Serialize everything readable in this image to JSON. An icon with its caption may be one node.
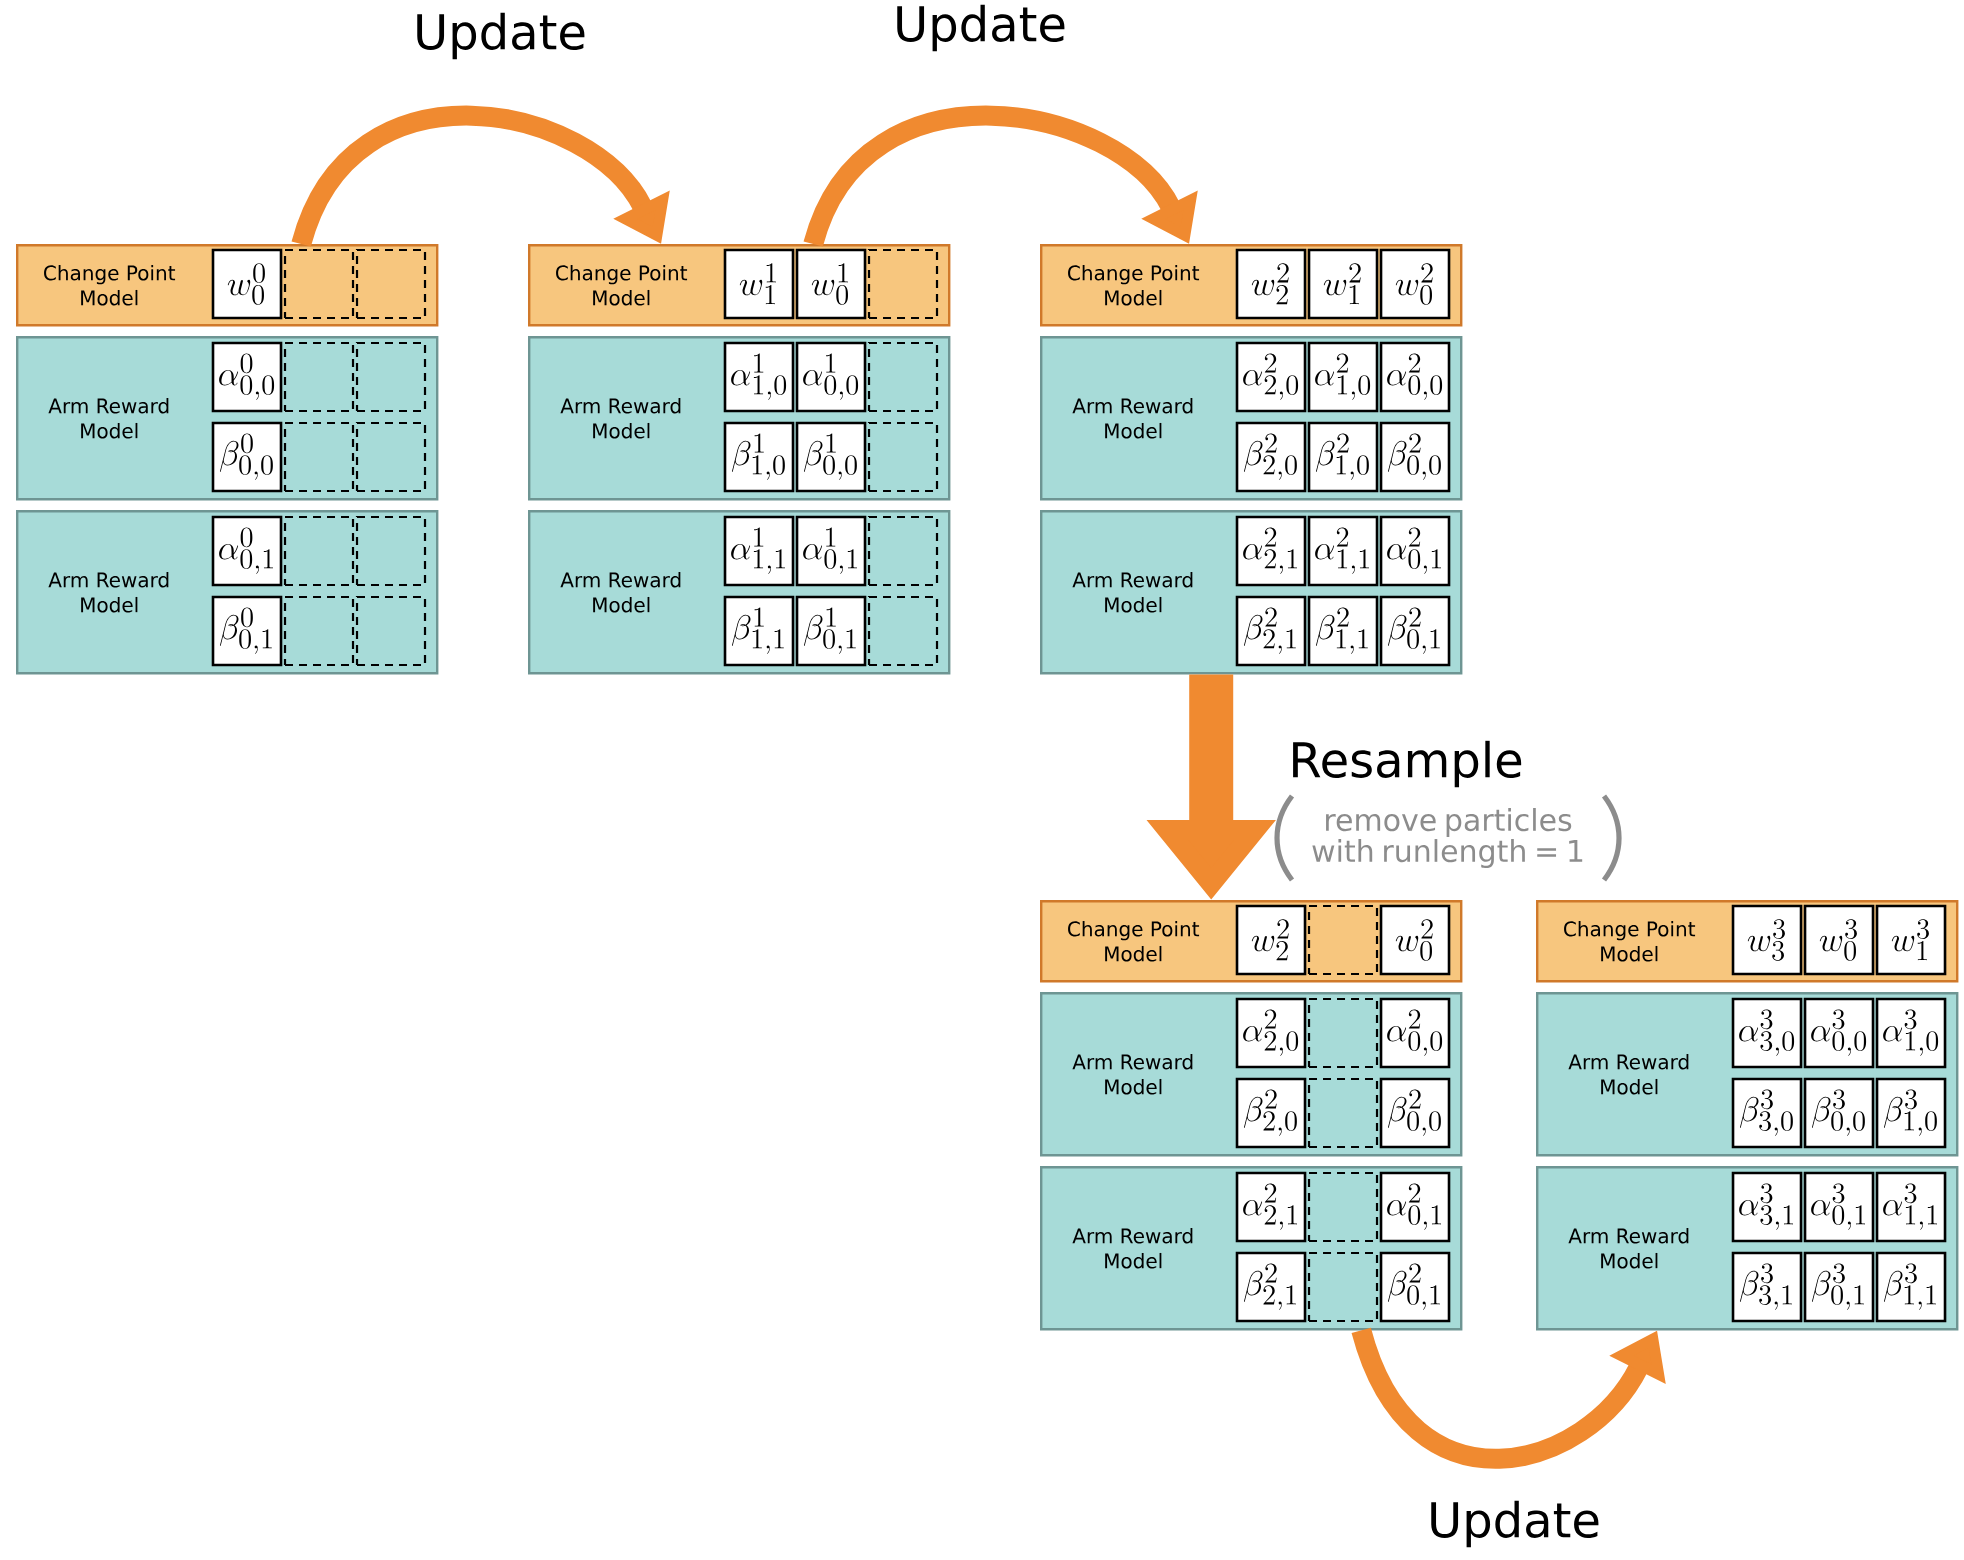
{
  "diagram": {
    "nodes": [
      {
        "text": [
          "Change Point Model"
        ]
      },
      {
        "text": [
          "w^{0}_{0}"
        ],
        "in": 0
      },
      {
        "text": [],
        "shape": "box",
        "in": 0
      },
      {
        "text": [],
        "shape": "box",
        "in": 0
      },
      {
        "text": [
          "Arm Reward Model"
        ]
      },
      {
        "text": [
          "\\alpha^{0}_{0,0}"
        ],
        "in": 4
      },
      {
        "text": [],
        "shape": "box",
        "in": 4
      },
      {
        "text": [],
        "shape": "box",
        "in": 4
      },
      {
        "text": [
          "\\beta^{0}_{0,0}"
        ],
        "in": 4
      },
      {
        "text": [],
        "shape": "box",
        "in": 4
      },
      {
        "text": [],
        "shape": "box",
        "in": 4
      },
      {
        "text": [
          "Arm Reward Model"
        ]
      },
      {
        "text": [
          "\\alpha^{0}_{0,1}"
        ],
        "in": 11
      },
      {
        "text": [],
        "shape": "box",
        "in": 11
      },
      {
        "text": [],
        "shape": "box",
        "in": 11
      },
      {
        "text": [
          "\\beta^{0}_{0,1}"
        ],
        "in": 11
      },
      {
        "text": [],
        "shape": "box",
        "in": 11
      },
      {
        "text": [],
        "shape": "box",
        "in": 11
      },
      {
        "text": [
          "Change Point Model"
        ]
      },
      {
        "text": [
          "w^{1}_{1}"
        ],
        "in": 18
      },
      {
        "text": [
          "w^{1}_{0}"
        ],
        "in": 18
      },
      {
        "text": [],
        "shape": "box",
        "in": 18
      },
      {
        "text": [
          "Arm Reward Model"
        ]
      },
      {
        "text": [
          "\\alpha^{1}_{1,0}"
        ],
        "in": 22
      },
      {
        "text": [
          "\\alpha^{1}_{0,0}"
        ],
        "in": 22
      },
      {
        "text": [],
        "shape": "box",
        "in": 22
      },
      {
        "text": [
          "\\beta^{1}_{1,0}"
        ],
        "in": 22
      },
      {
        "text": [
          "\\beta^{1}_{0,0}"
        ],
        "in": 22
      },
      {
        "text": [],
        "shape": "box",
        "in": 22
      },
      {
        "text": [
          "Arm Reward Model"
        ]
      },
      {
        "text": [
          "\\alpha^{1}_{1,1}"
        ],
        "in": 29
      },
      {
        "text": [
          "\\alpha^{1}_{0,1}"
        ],
        "in": 29
      },
      {
        "text": [],
        "shape": "box",
        "in": 29
      },
      {
        "text": [
          "\\beta^{1}_{1,1}"
        ],
        "in": 29
      },
      {
        "text": [
          "\\beta^{1}_{0,1}"
        ],
        "in": 29
      },
      {
        "text": [],
        "shape": "box",
        "in": 29
      },
      {
        "text": [
          "Change Point Model"
        ]
      },
      {
        "text": [
          "w^{2}_{2}"
        ],
        "in": 36
      },
      {
        "text": [
          "w^{2}_{1}"
        ],
        "in": 36
      },
      {
        "text": [
          "w^{2}_{0}"
        ],
        "in": 36
      },
      {
        "text": [
          "Arm Reward Model"
        ]
      },
      {
        "text": [
          "\\alpha^{2}_{2,0}"
        ],
        "in": 40
      },
      {
        "text": [
          "\\alpha^{2}_{1,0}"
        ],
        "in": 40
      },
      {
        "text": [
          "\\alpha^{2}_{0,0}"
        ],
        "in": 40
      },
      {
        "text": [
          "\\beta^{2}_{2,0}"
        ],
        "in": 40
      },
      {
        "text": [
          "\\beta^{2}_{1,0}"
        ],
        "in": 40
      },
      {
        "text": [
          "\\beta^{2}_{0,0}"
        ],
        "in": 40
      },
      {
        "text": [
          "Arm Reward Model"
        ]
      },
      {
        "text": [
          "\\alpha^{2}_{2,1}"
        ],
        "in": 47
      },
      {
        "text": [
          "\\alpha^{2}_{1,1}"
        ],
        "in": 47
      },
      {
        "text": [
          "\\alpha^{2}_{0,1}"
        ],
        "in": 47
      },
      {
        "text": [
          "\\beta^{2}_{2,1}"
        ],
        "in": 47
      },
      {
        "text": [
          "\\beta^{2}_{1,1}"
        ],
        "in": 47
      },
      {
        "text": [
          "\\beta^{2}_{0,1}"
        ],
        "in": 47
      },
      {
        "text": [
          "Change Point Model"
        ]
      },
      {
        "text": [
          "w^{2}_{2}"
        ],
        "in": 54
      },
      {
        "text": [],
        "shape": "box",
        "in": 54
      },
      {
        "text": [
          "w^{2}_{0}"
        ],
        "in": 54
      },
      {
        "text": [
          "Arm Reward Model"
        ]
      },
      {
        "text": [
          "\\alpha^{2}_{2,0}"
        ],
        "in": 58
      },
      {
        "text": [],
        "shape": "box",
        "in": 58
      },
      {
        "text": [
          "\\alpha^{2}_{0,0}"
        ],
        "in": 58
      },
      {
        "text": [
          "\\beta^{2}_{2,0}"
        ],
        "in": 58
      },
      {
        "text": [],
        "shape": "box",
        "in": 58
      },
      {
        "text": [
          "\\beta^{2}_{0,0}"
        ],
        "in": 58
      },
      {
        "text": [
          "Arm Reward Model"
        ]
      },
      {
        "text": [
          "\\alpha^{2}_{2,1}"
        ],
        "in": 65
      },
      {
        "text": [],
        "shape": "box",
        "in": 65
      },
      {
        "text": [
          "\\alpha^{2}_{0,1}"
        ],
        "in": 65
      },
      {
        "text": [
          "\\beta^{2}_{2,1}"
        ],
        "in": 65
      },
      {
        "text": [],
        "shape": "box",
        "in": 65
      },
      {
        "text": [
          "\\beta^{2}_{0,1}"
        ],
        "in": 65
      },
      {
        "text": [
          "Change Point Model"
        ]
      },
      {
        "text": [
          "w^{3}_{3}"
        ],
        "in": 72
      },
      {
        "text": [
          "w^{3}_{0}"
        ],
        "in": 72
      },
      {
        "text": [
          "w^{3}_{1}"
        ],
        "in": 72
      },
      {
        "text": [
          "Arm Reward Model"
        ]
      },
      {
        "text": [
          "\\alpha^{3}_{3,0}"
        ],
        "in": 76
      },
      {
        "text": [
          "\\alpha^{3}_{0,0}"
        ],
        "in": 76
      },
      {
        "text": [
          "\\alpha^{3}_{1,0}"
        ],
        "in": 76
      },
      {
        "text": [
          "\\beta^{3}_{3,0}"
        ],
        "in": 76
      },
      {
        "text": [
          "\\beta^{3}_{0,0}"
        ],
        "in": 76
      },
      {
        "text": [
          "\\beta^{3}_{1,0}"
        ],
        "in": 76
      },
      {
        "text": [
          "Arm Reward Model"
        ]
      },
      {
        "text": [
          "\\alpha^{3}_{3,1}"
        ],
        "in": 83
      },
      {
        "text": [
          "\\alpha^{3}_{0,1}"
        ],
        "in": 83
      },
      {
        "text": [
          "\\alpha^{3}_{1,1}"
        ],
        "in": 83
      },
      {
        "text": [
          "\\beta^{3}_{3,1}"
        ],
        "in": 83
      },
      {
        "text": [
          "\\beta^{3}_{0,1}"
        ],
        "in": 83
      },
      {
        "text": [
          "\\beta^{3}_{1,1}"
        ],
        "in": 83
      }
    ],
    "edges": [
      {
        "from": 0,
        "to": 18,
        "arrow": "to",
        "label": "Update"
      },
      {
        "from": 18,
        "to": 36,
        "arrow": "to",
        "label": "Update"
      },
      {
        "from": 47,
        "to": 54,
        "arrow": "to",
        "label": "Resample",
        "style": "thick"
      },
      {
        "from": 65,
        "to": 83,
        "arrow": "to",
        "label": "Update"
      }
    ],
    "labels": [
      "remove particles with runlength = 1"
    ]
  }
}
